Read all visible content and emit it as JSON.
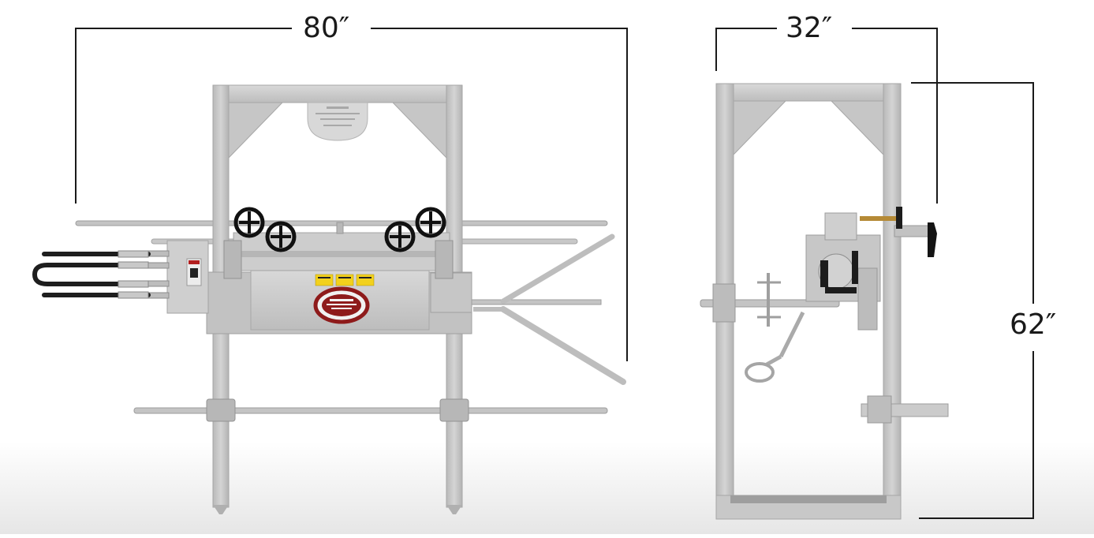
{
  "dimensions": {
    "width_label": "80″",
    "depth_label": "32″",
    "height_label": "62″"
  },
  "colors": {
    "frame": "#c9c9c9",
    "frame_shade": "#a9a9a9",
    "background": "#ffffff",
    "dimension_line": "#1a1a1a",
    "handwheel": "#111111",
    "badge_red": "#8e1b1b",
    "warning_yellow": "#f2d11d"
  },
  "icons": {
    "handwheels": "handwheel-icon",
    "hydraulic_hoses": "hose-loop-icon",
    "badge": "brand-badge-icon",
    "warning": "warning-decal-icon",
    "crank_handle": "crank-handle-icon"
  }
}
